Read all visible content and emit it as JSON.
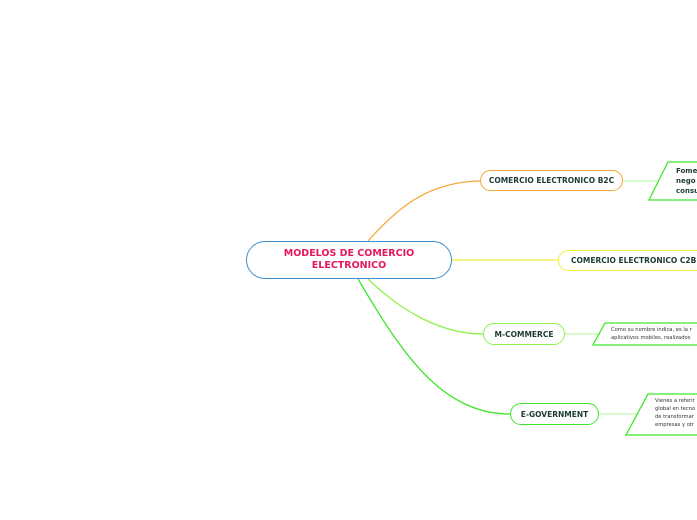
{
  "root": {
    "label": "MODELOS DE COMERCIO ELECTRONICO"
  },
  "nodes": [
    {
      "label": "COMERCIO ELECTRONICO B2C",
      "color": "#f6a636",
      "note_lines": [
        "Fome",
        "nego",
        "consu"
      ]
    },
    {
      "label": "COMERCIO ELECTRONICO C2B",
      "color": "#f1ee3a"
    },
    {
      "label": "M-COMMERCE",
      "color": "#8ef24a",
      "note_lines": [
        "Como su nombre indica, es la r",
        "aplicativos mobiles, realizados"
      ]
    },
    {
      "label": "E-GOVERNMENT",
      "color": "#3fe62b",
      "note_lines": [
        "Vienes a referir",
        "global en tecno",
        "de transformar",
        "empresas y otr"
      ]
    }
  ],
  "colors": {
    "root_border": "#3b8fd0",
    "root_text": "#e5175d",
    "note_border": "#3fe62b"
  }
}
